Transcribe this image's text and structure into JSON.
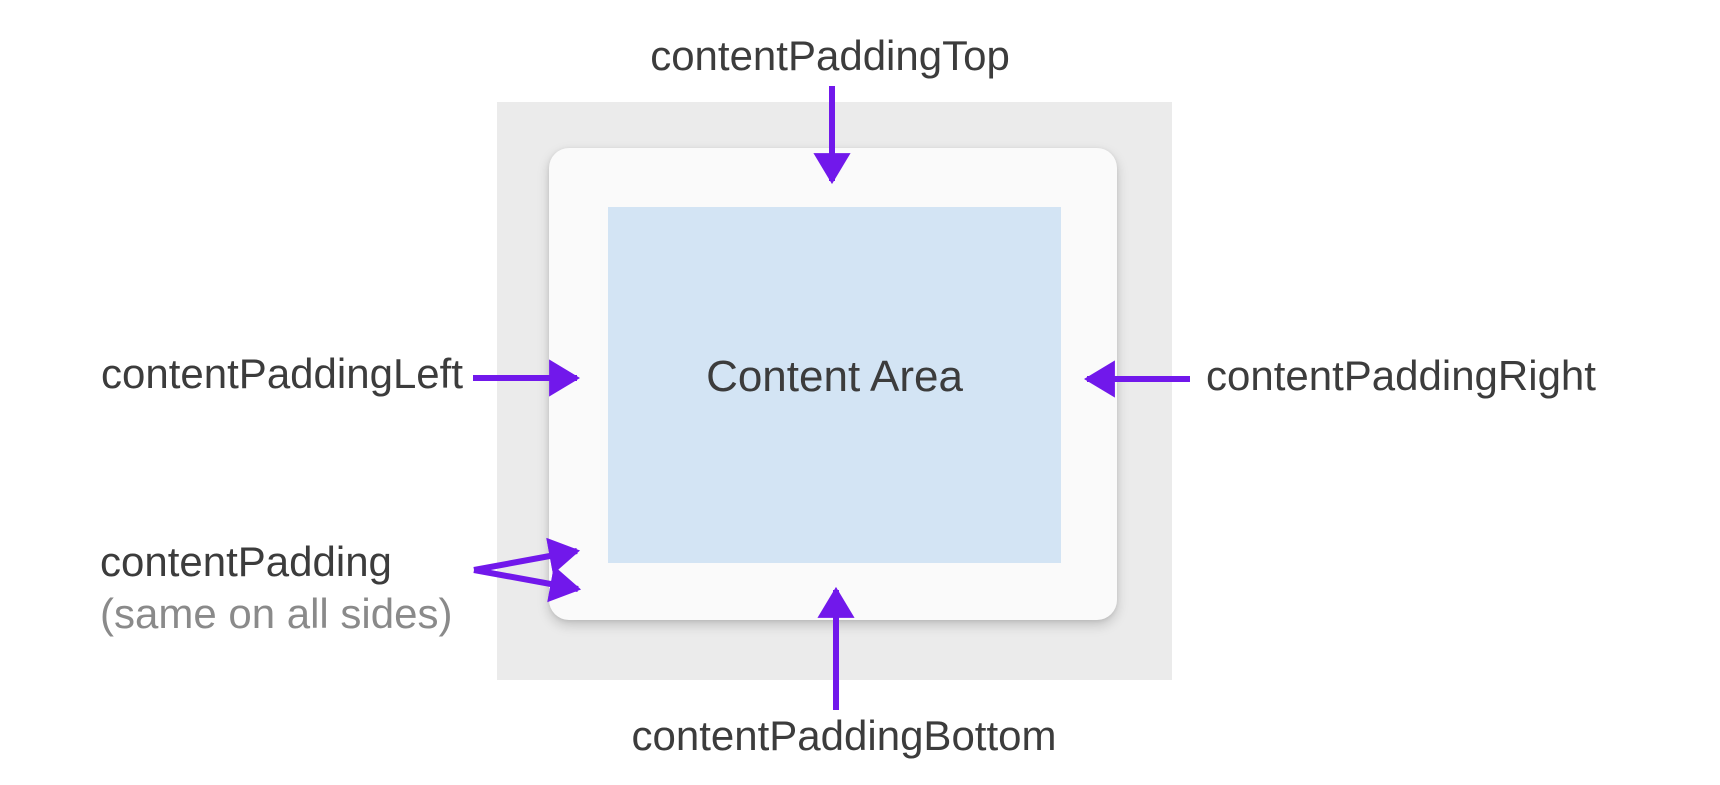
{
  "figure": {
    "content_label": "Content Area",
    "callouts": {
      "top": "contentPaddingTop",
      "left": "contentPaddingLeft",
      "right": "contentPaddingRight",
      "bottom": "contentPaddingBottom",
      "all_sides": "contentPadding",
      "all_sides_note": "(same on all sides)"
    },
    "colors": {
      "arrow": "#7118EB",
      "label_text": "#3C3C3C",
      "note_text": "#8A8A8A",
      "outer_background": "#EBEBEB",
      "card_background": "#FAFAFA",
      "content_background": "#D3E4F4"
    }
  }
}
